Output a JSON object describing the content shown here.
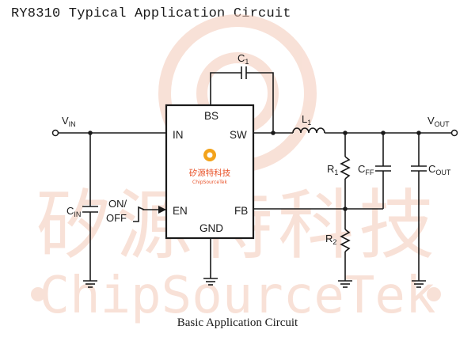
{
  "title": "RY8310 Typical Application Circuit",
  "caption": "Basic Application Circuit",
  "watermark": {
    "cn_text": "矽源特科技",
    "en_text": "ChipSourceTek",
    "color": "#f4c9b8"
  },
  "ic": {
    "logo_cn": "矽源特科技",
    "logo_en": "ChipSourceTek",
    "logo_color": "#e8532a",
    "pins": {
      "bs": "BS",
      "sw": "SW",
      "in": "IN",
      "en": "EN",
      "fb": "FB",
      "gnd": "GND"
    }
  },
  "components": {
    "c1": {
      "main": "C",
      "sub": "1"
    },
    "l1": {
      "main": "L",
      "sub": "1"
    },
    "cin": {
      "main": "C",
      "sub": "IN"
    },
    "r1": {
      "main": "R",
      "sub": "1"
    },
    "r2": {
      "main": "R",
      "sub": "2"
    },
    "cff": {
      "main": "C",
      "sub": "FF"
    },
    "cout": {
      "main": "C",
      "sub": "OUT"
    }
  },
  "nets": {
    "vin": {
      "main": "V",
      "sub": "IN"
    },
    "vout": {
      "main": "V",
      "sub": "OUT"
    },
    "on_off_line1": "ON/",
    "on_off_line2": "OFF"
  }
}
